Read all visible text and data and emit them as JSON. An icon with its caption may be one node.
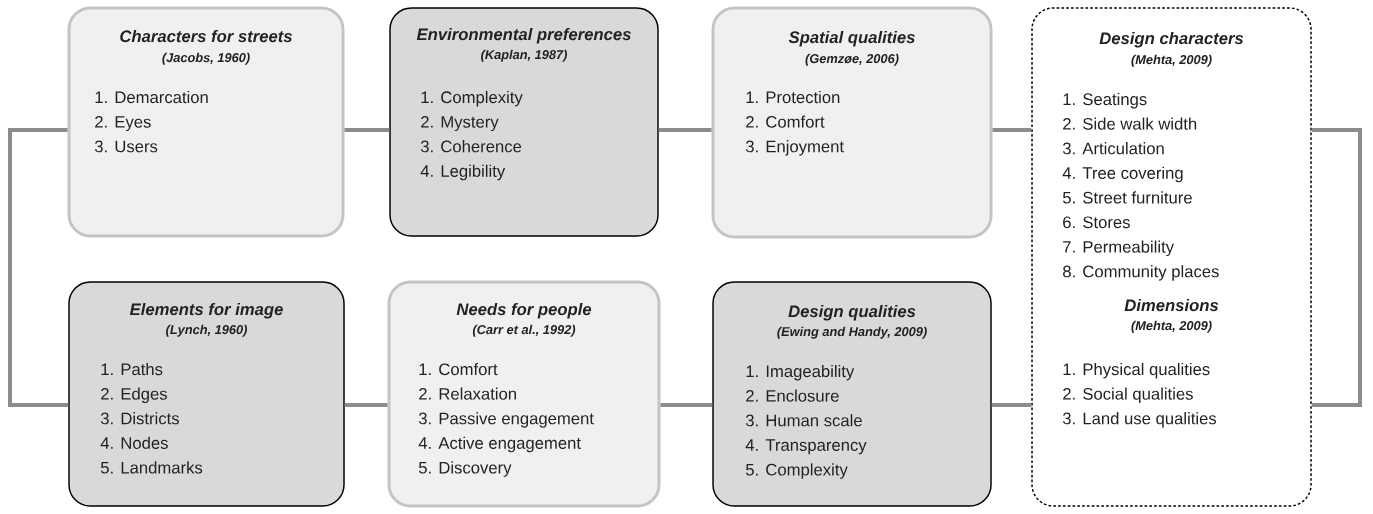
{
  "diagram": {
    "nodes": [
      {
        "text": [
          "Characters for streets",
          "(Jacobs, 1960)",
          "1. Demarcation",
          "2. Eyes",
          "3. Users"
        ]
      },
      {
        "text": [
          "Environmental preferences",
          "(Kaplan, 1987)",
          "1. Complexity",
          "2. Mystery",
          "3. Coherence",
          "4. Legibility"
        ]
      },
      {
        "text": [
          "Spatial qualities",
          "(Gemzøe, 2006)",
          "1. Protection",
          "2. Comfort",
          "3. Enjoyment"
        ]
      },
      {
        "text": [
          "Design characters",
          "(Mehta, 2009)",
          "1. Seatings",
          "2. Side walk width",
          "3. Articulation",
          "4. Tree covering",
          "5. Street furniture",
          "6. Stores",
          "7. Permeability",
          "8. Community places",
          "Dimensions",
          "(Mehta, 2009)",
          "1. Physical qualities",
          "2. Social qualities",
          "3. Land use qualities"
        ]
      },
      {
        "text": [
          "Elements for image",
          "(Lynch, 1960)",
          "1. Paths",
          "2. Edges",
          "3. Districts",
          "4. Nodes",
          "5. Landmarks"
        ]
      },
      {
        "text": [
          "Needs for people",
          "(Carr et al., 1992)",
          "1. Comfort",
          "2. Relaxation",
          "3. Passive engagement",
          "4. Active engagement",
          "5. Discovery"
        ]
      },
      {
        "text": [
          "Design qualities",
          "(Ewing and Handy, 2009)",
          "1. Imageability",
          "2. Enclosure",
          "3. Human scale",
          "4. Transparency",
          "5. Complexity"
        ]
      }
    ],
    "edges": [
      {
        "from": 0,
        "to": 1,
        "arrow": "none"
      },
      {
        "from": 1,
        "to": 2,
        "arrow": "none"
      },
      {
        "from": 2,
        "to": 3,
        "arrow": "none"
      },
      {
        "from": 3,
        "to": 3,
        "arrow": "none"
      },
      {
        "from": 0,
        "to": 4,
        "arrow": "none"
      },
      {
        "from": 4,
        "to": 5,
        "arrow": "none"
      },
      {
        "from": 5,
        "to": 6,
        "arrow": "none"
      },
      {
        "from": 6,
        "to": 3,
        "arrow": "none"
      }
    ]
  }
}
